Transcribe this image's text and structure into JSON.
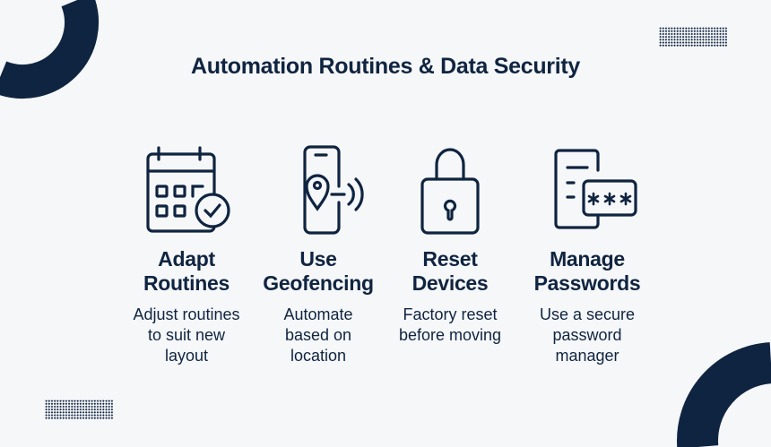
{
  "title": "Automation Routines & Data Security",
  "items": [
    {
      "icon": "calendar-check-icon",
      "heading_1": "Adapt",
      "heading_2": "Routines",
      "desc": [
        "Adjust routines",
        "to suit new",
        "layout"
      ]
    },
    {
      "icon": "phone-geofence-icon",
      "heading_1": "Use",
      "heading_2": "Geofencing",
      "desc": [
        "Automate",
        "based on",
        "location"
      ]
    },
    {
      "icon": "padlock-icon",
      "heading_1": "Reset",
      "heading_2": "Devices",
      "desc": [
        "Factory reset",
        "before moving"
      ]
    },
    {
      "icon": "password-document-icon",
      "heading_1": "Manage",
      "heading_2": "Passwords",
      "desc": [
        "Use a secure",
        "password",
        "manager"
      ]
    }
  ],
  "colors": {
    "navy": "#0f2440",
    "background": "#f6f7f9"
  }
}
